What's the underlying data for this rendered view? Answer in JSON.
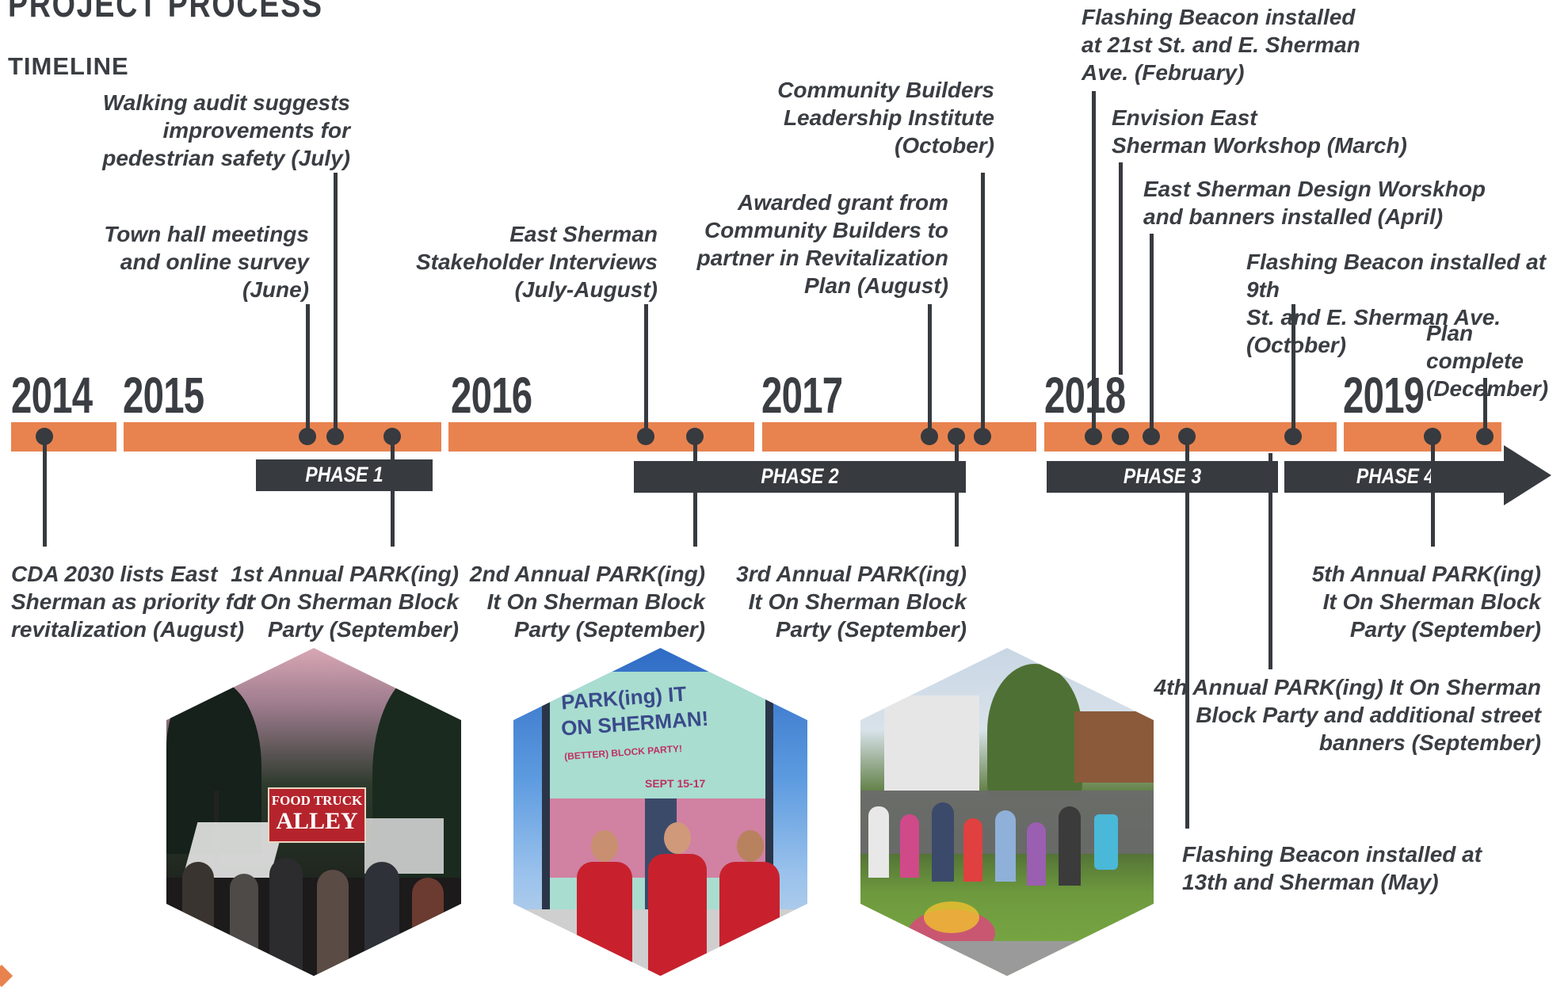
{
  "page": {
    "title": "PROJECT PROCESS",
    "section_label": "TIMELINE"
  },
  "years": [
    "2014",
    "2015",
    "2016",
    "2017",
    "2018",
    "2019"
  ],
  "phases": [
    "PHASE 1",
    "PHASE 2",
    "PHASE 3",
    "PHASE 4"
  ],
  "colors": {
    "timeline": "#e8834f",
    "phase_bar": "#373a3f",
    "text": "#3a3d42"
  },
  "events_above": [
    "Walking audit suggests\nimprovements for\npedestrian safety (July)",
    "Town hall meetings\nand online survey\n(June)",
    "East Sherman\nStakeholder Interviews\n(July-August)",
    "Awarded grant from\nCommunity Builders to\npartner in Revitalization\nPlan (August)",
    "Community Builders\nLeadership Institute\n(October)",
    "Flashing Beacon installed\nat 21st St. and E. Sherman\nAve. (February)",
    "Envision East\nSherman Workshop (March)",
    "East Sherman Design Worskhop\nand banners installed (April)",
    "Flashing Beacon installed at 9th\nSt. and E. Sherman Ave. (October)",
    "Plan complete\n(December)"
  ],
  "events_below": [
    "CDA 2030 lists East\nSherman as priority for\nrevitalization (August)",
    "1st Annual PARK(ing)\nIt On Sherman Block\nParty (September)",
    "2nd Annual PARK(ing)\nIt On Sherman Block\nParty (September)",
    "3rd Annual PARK(ing)\nIt On Sherman Block\nParty (September)",
    "5th Annual PARK(ing)\nIt On Sherman Block\nParty (September)",
    "4th Annual PARK(ing) It On Sherman\nBlock Party and additional street\nbanners (September)",
    "Flashing Beacon installed at\n13th and Sherman (May)"
  ],
  "photos": {
    "food_truck_sign_line1": "FOOD TRUCK",
    "food_truck_sign_line2": "ALLEY",
    "banner_line1": "PARK(ing) IT",
    "banner_line2": "ON SHERMAN!",
    "banner_line3": "(BETTER) BLOCK PARTY!",
    "banner_date": "SEPT 15-17"
  }
}
